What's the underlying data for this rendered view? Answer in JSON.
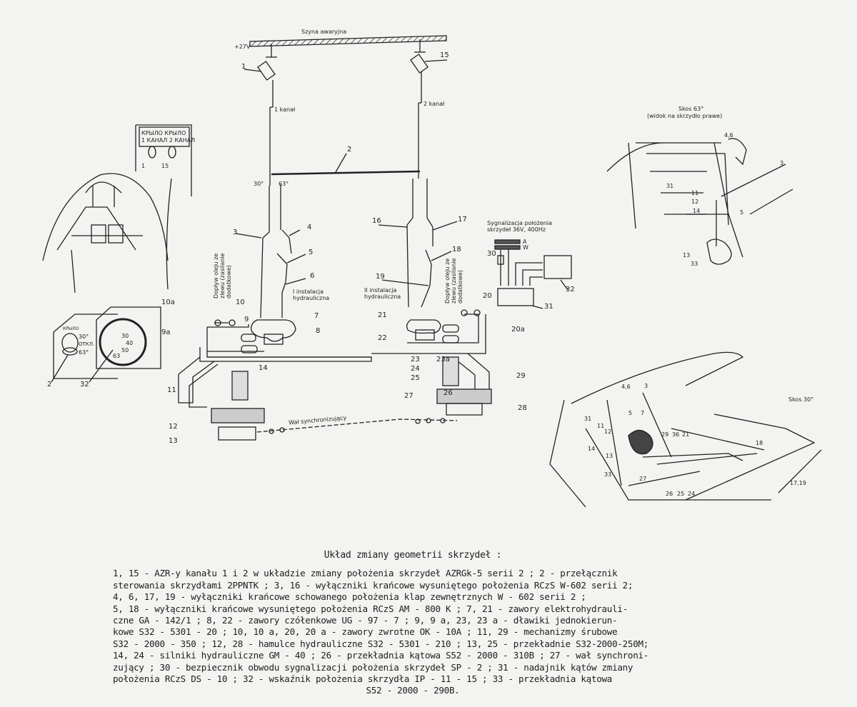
{
  "schematic": {
    "voltage": "+27V",
    "bus": "Szyna awaryjna",
    "channel1": "1 kanał",
    "channel2": "2 kanał",
    "angle30": "30°",
    "angle63": "63°",
    "hyd1": "I instalacja hydrauliczna",
    "hyd2": "II instalacja hydrauliczna",
    "oil_left": "Dopływ oleju ze zlewu (zasilanie dodatkowe)",
    "oil_right": "Dopływ oleju ze zlewu (zasilanie dodatkowe)",
    "sync_shaft": "Wał synchronizujący",
    "signal_title": "Sygnalizacja położenia skrzydeł 36V, 400Hz",
    "sig_a": "A",
    "sig_w": "W",
    "callouts": [
      "1",
      "15",
      "2",
      "3",
      "4",
      "5",
      "6",
      "16",
      "17",
      "18",
      "19",
      "10a",
      "10",
      "9",
      "9a",
      "7",
      "8",
      "21",
      "22",
      "20",
      "20a",
      "23",
      "23a",
      "24",
      "25",
      "14",
      "11",
      "12",
      "13",
      "27",
      "26",
      "28",
      "29",
      "30",
      "31",
      "32"
    ]
  },
  "cockpit": {
    "panel_line1": "КРЫЛО КРЫЛО",
    "panel_line2": "1 КАНАЛ 2 КАНАЛ",
    "sw1": "1",
    "sw15": "15",
    "switch_title": "КРЫЛО",
    "switch_30": "30°",
    "switch_off": "ОТКЛ.",
    "switch_63": "63°",
    "callout_2": "2",
    "callout_32": "32",
    "dial": [
      "30",
      "40",
      "50",
      "63"
    ]
  },
  "view63": {
    "title": "Skos 63°",
    "subtitle": "(widok na skrzydło prawe)",
    "callouts": [
      "4,6",
      "3",
      "31",
      "11",
      "12",
      "14",
      "5",
      "13",
      "33"
    ]
  },
  "view30": {
    "title": "Skos 30°",
    "callouts": [
      "4,6",
      "3",
      "5",
      "7",
      "31",
      "11",
      "12",
      "14",
      "13",
      "33",
      "29",
      "36",
      "21",
      "18",
      "17,19",
      "27",
      "26",
      "25",
      "24"
    ]
  },
  "caption": {
    "title": "Układ zmiany geometrii skrzydeł :",
    "lines": [
      "1, 15 - AZR-y kanału 1 i 2 w układzie zmiany położenia skrzydeł AZRGk-5 serii 2 ; 2 - przełącznik",
      "sterowania skrzydłami 2PPNTK ; 3, 16 - wyłączniki krańcowe wysuniętego położenia RCzS W-602 serii 2;",
      "4, 6, 17, 19 - wyłączniki krańcowe schowanego położenia klap zewnętrznych W - 602 serii 2 ;",
      "5, 18 - wyłączniki krańcowe wysuniętego położenia RCzS AM - 800 K ; 7, 21 - zawory elektrohydrauli-",
      "czne GA - 142/1 ; 8, 22 - zawory czółenkowe UG - 97 - 7 ; 9, 9 a, 23, 23 a - dławiki jednokierun-",
      "kowe S32 - 5301 - 20 ; 10, 10 a, 20, 20 a - zawory zwrotne OK - 10A ; 11, 29 - mechanizmy śrubowe",
      "S32 - 2000 - 350 ; 12, 28 - hamulce hydrauliczne S32 - 5301 - 210 ; 13, 25 - przekładnie S32-2000-250M;",
      "14, 24 - silniki hydrauliczne GM - 40 ; 26 - przekładnia kątowa S52 - 2000 - 310B ; 27 - wał synchroni-",
      "zujący ; 30 - bezpiecznik obwodu sygnalizacji położenia skrzydeł SP - 2 ; 31 - nadajnik kątów zmiany",
      "położenia RCzS DS - 10 ; 32 - wskaźnik położenia skrzydła IP - 11 - 15 ; 33 - przekładnia kątowa"
    ],
    "last": "S52 - 2000 - 290B."
  }
}
